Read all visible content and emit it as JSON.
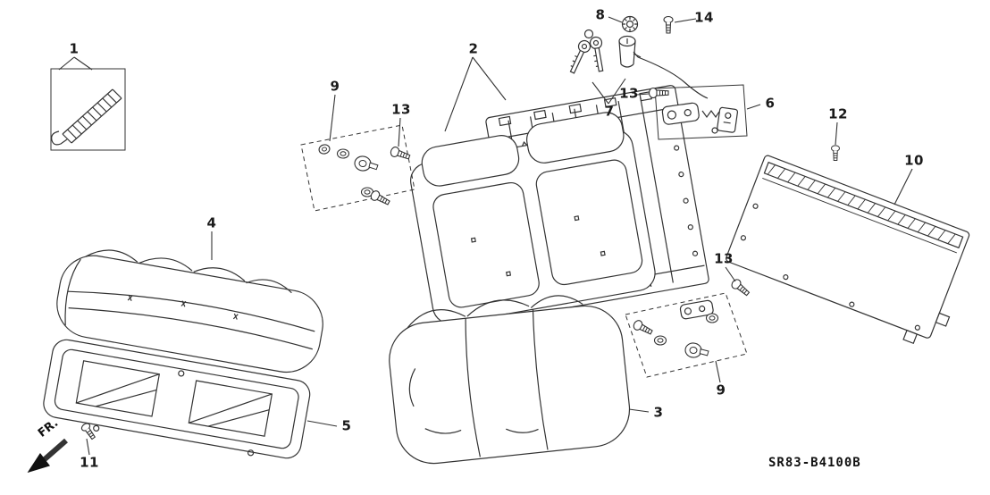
{
  "footer": {
    "direction_label": "FR.",
    "diagram_code": "SR83-B4100B"
  },
  "callouts": [
    {
      "label": "1"
    },
    {
      "label": "2"
    },
    {
      "label": "8"
    },
    {
      "label": "14"
    },
    {
      "label": "9"
    },
    {
      "label": "13"
    },
    {
      "label": "7"
    },
    {
      "label": "13"
    },
    {
      "label": "6"
    },
    {
      "label": "12"
    },
    {
      "label": "10"
    },
    {
      "label": "13"
    },
    {
      "label": "9"
    },
    {
      "label": "4"
    },
    {
      "label": "5"
    },
    {
      "label": "11"
    },
    {
      "label": "3"
    }
  ]
}
